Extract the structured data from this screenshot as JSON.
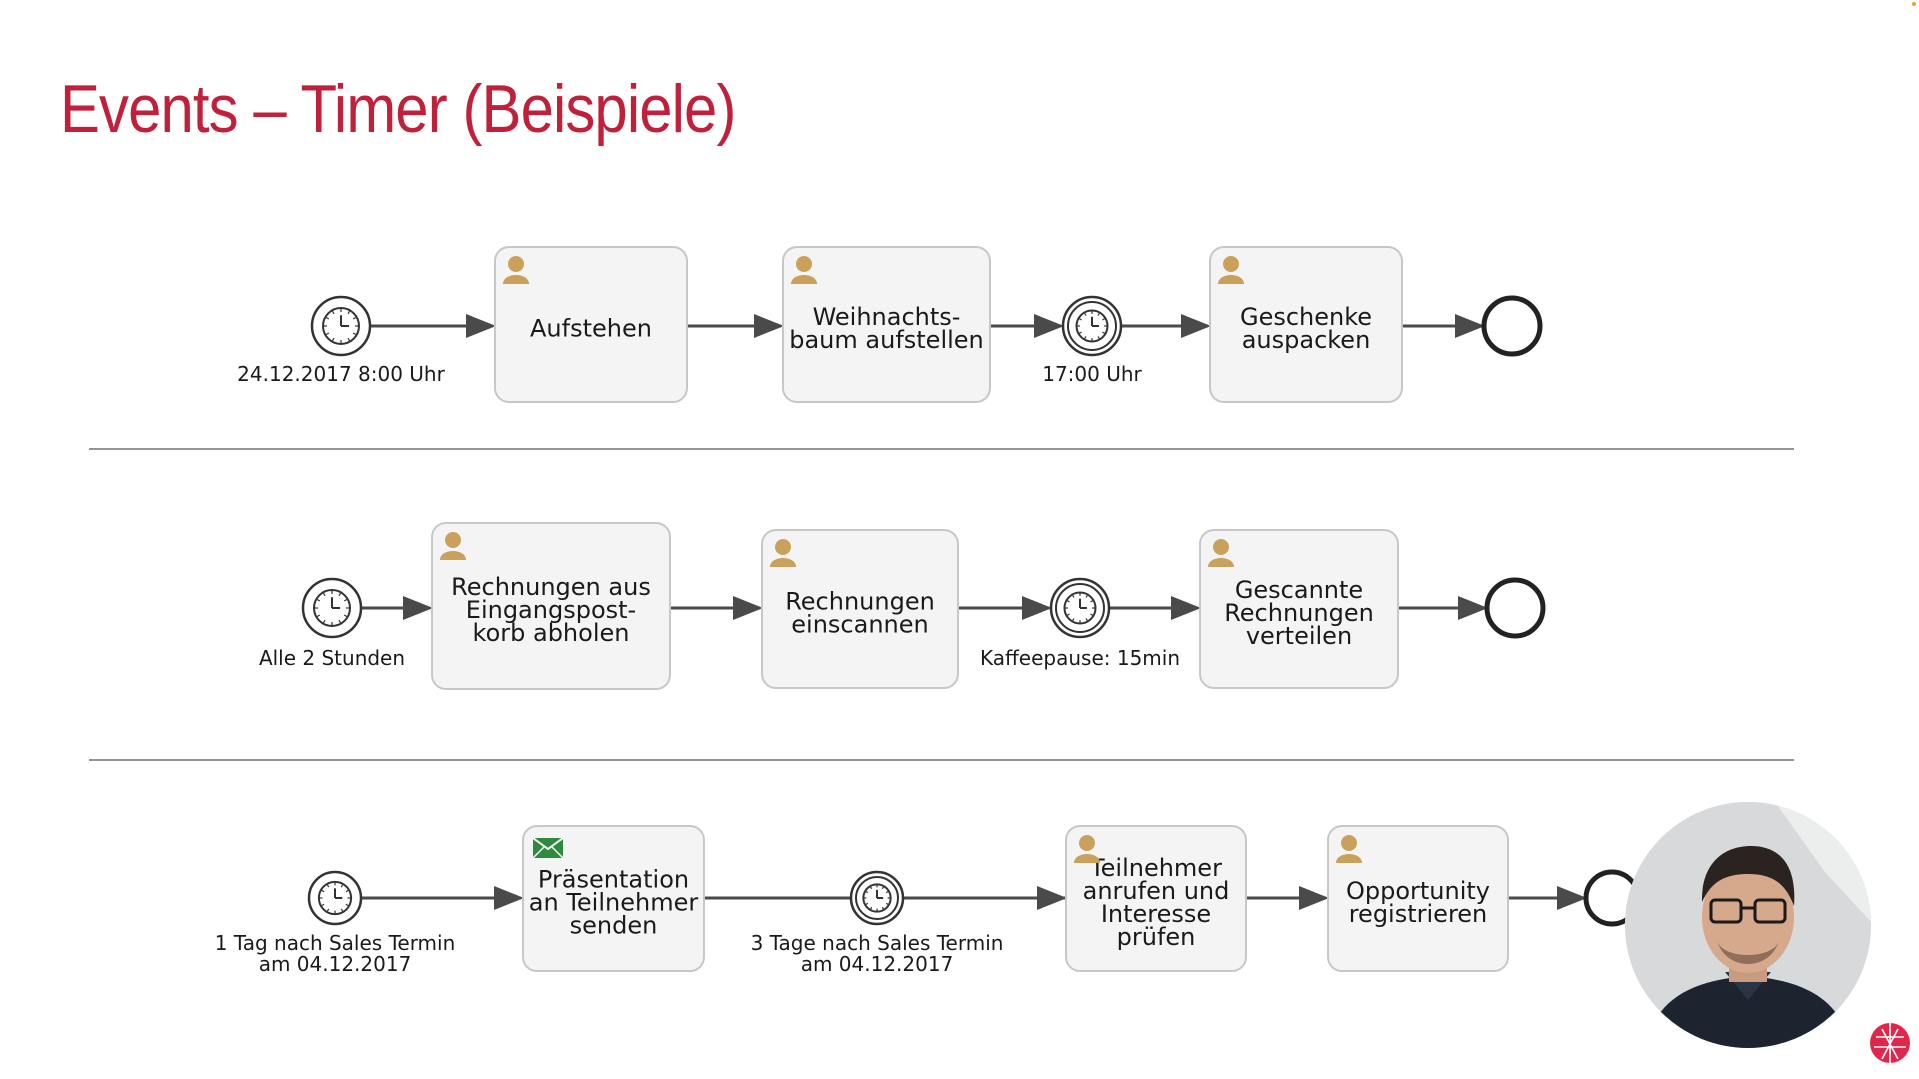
{
  "slide": {
    "title": "Events – Timer (Beispiele)"
  },
  "colors": {
    "title": "#c0203a",
    "user_icon": "#c9a15d",
    "message_icon": "#2e8b3e",
    "task_fill": "#f4f4f4",
    "task_border": "#c7c7c7",
    "flow": "#4a4a4a"
  },
  "rows": [
    {
      "start_event": {
        "type": "timer-start",
        "label": [
          "24.12.2017 8:00 Uhr"
        ]
      },
      "tasks": [
        {
          "type": "user",
          "text": [
            "Aufstehen"
          ]
        },
        {
          "type": "user",
          "text": [
            "Weihnachts-",
            "baum aufstellen"
          ]
        },
        {
          "type": "user",
          "text": [
            "Geschenke",
            "auspacken"
          ]
        }
      ],
      "intermediate_event": {
        "type": "timer-intermediate",
        "label": [
          "17:00 Uhr"
        ]
      },
      "end_event": {
        "type": "end"
      }
    },
    {
      "start_event": {
        "type": "timer-start",
        "label": [
          "Alle 2 Stunden"
        ]
      },
      "tasks": [
        {
          "type": "user",
          "text": [
            "Rechnungen aus",
            "Eingangspost-",
            "korb abholen"
          ]
        },
        {
          "type": "user",
          "text": [
            "Rechnungen",
            "einscannen"
          ]
        },
        {
          "type": "user",
          "text": [
            "Gescannte",
            "Rechnungen",
            "verteilen"
          ]
        }
      ],
      "intermediate_event": {
        "type": "timer-intermediate",
        "label": [
          "Kaffeepause: 15min"
        ]
      },
      "end_event": {
        "type": "end"
      }
    },
    {
      "start_event": {
        "type": "timer-start",
        "label": [
          "1 Tag nach Sales Termin",
          "am 04.12.2017"
        ]
      },
      "tasks": [
        {
          "type": "send",
          "text": [
            "Präsentation",
            "an Teilnehmer",
            "senden"
          ]
        },
        {
          "type": "user",
          "text": [
            "Teilnehmer",
            "anrufen und",
            "Interesse",
            "prüfen"
          ]
        },
        {
          "type": "user",
          "text": [
            "Opportunity",
            "registrieren"
          ]
        }
      ],
      "intermediate_event": {
        "type": "timer-intermediate",
        "label": [
          "3 Tage nach Sales Termin",
          "am 04.12.2017"
        ]
      },
      "end_event": {
        "type": "end"
      }
    }
  ],
  "icons": {
    "user_task": "user-icon",
    "send_task": "envelope-icon",
    "timer": "clock-icon",
    "brand": "logo-icon"
  }
}
